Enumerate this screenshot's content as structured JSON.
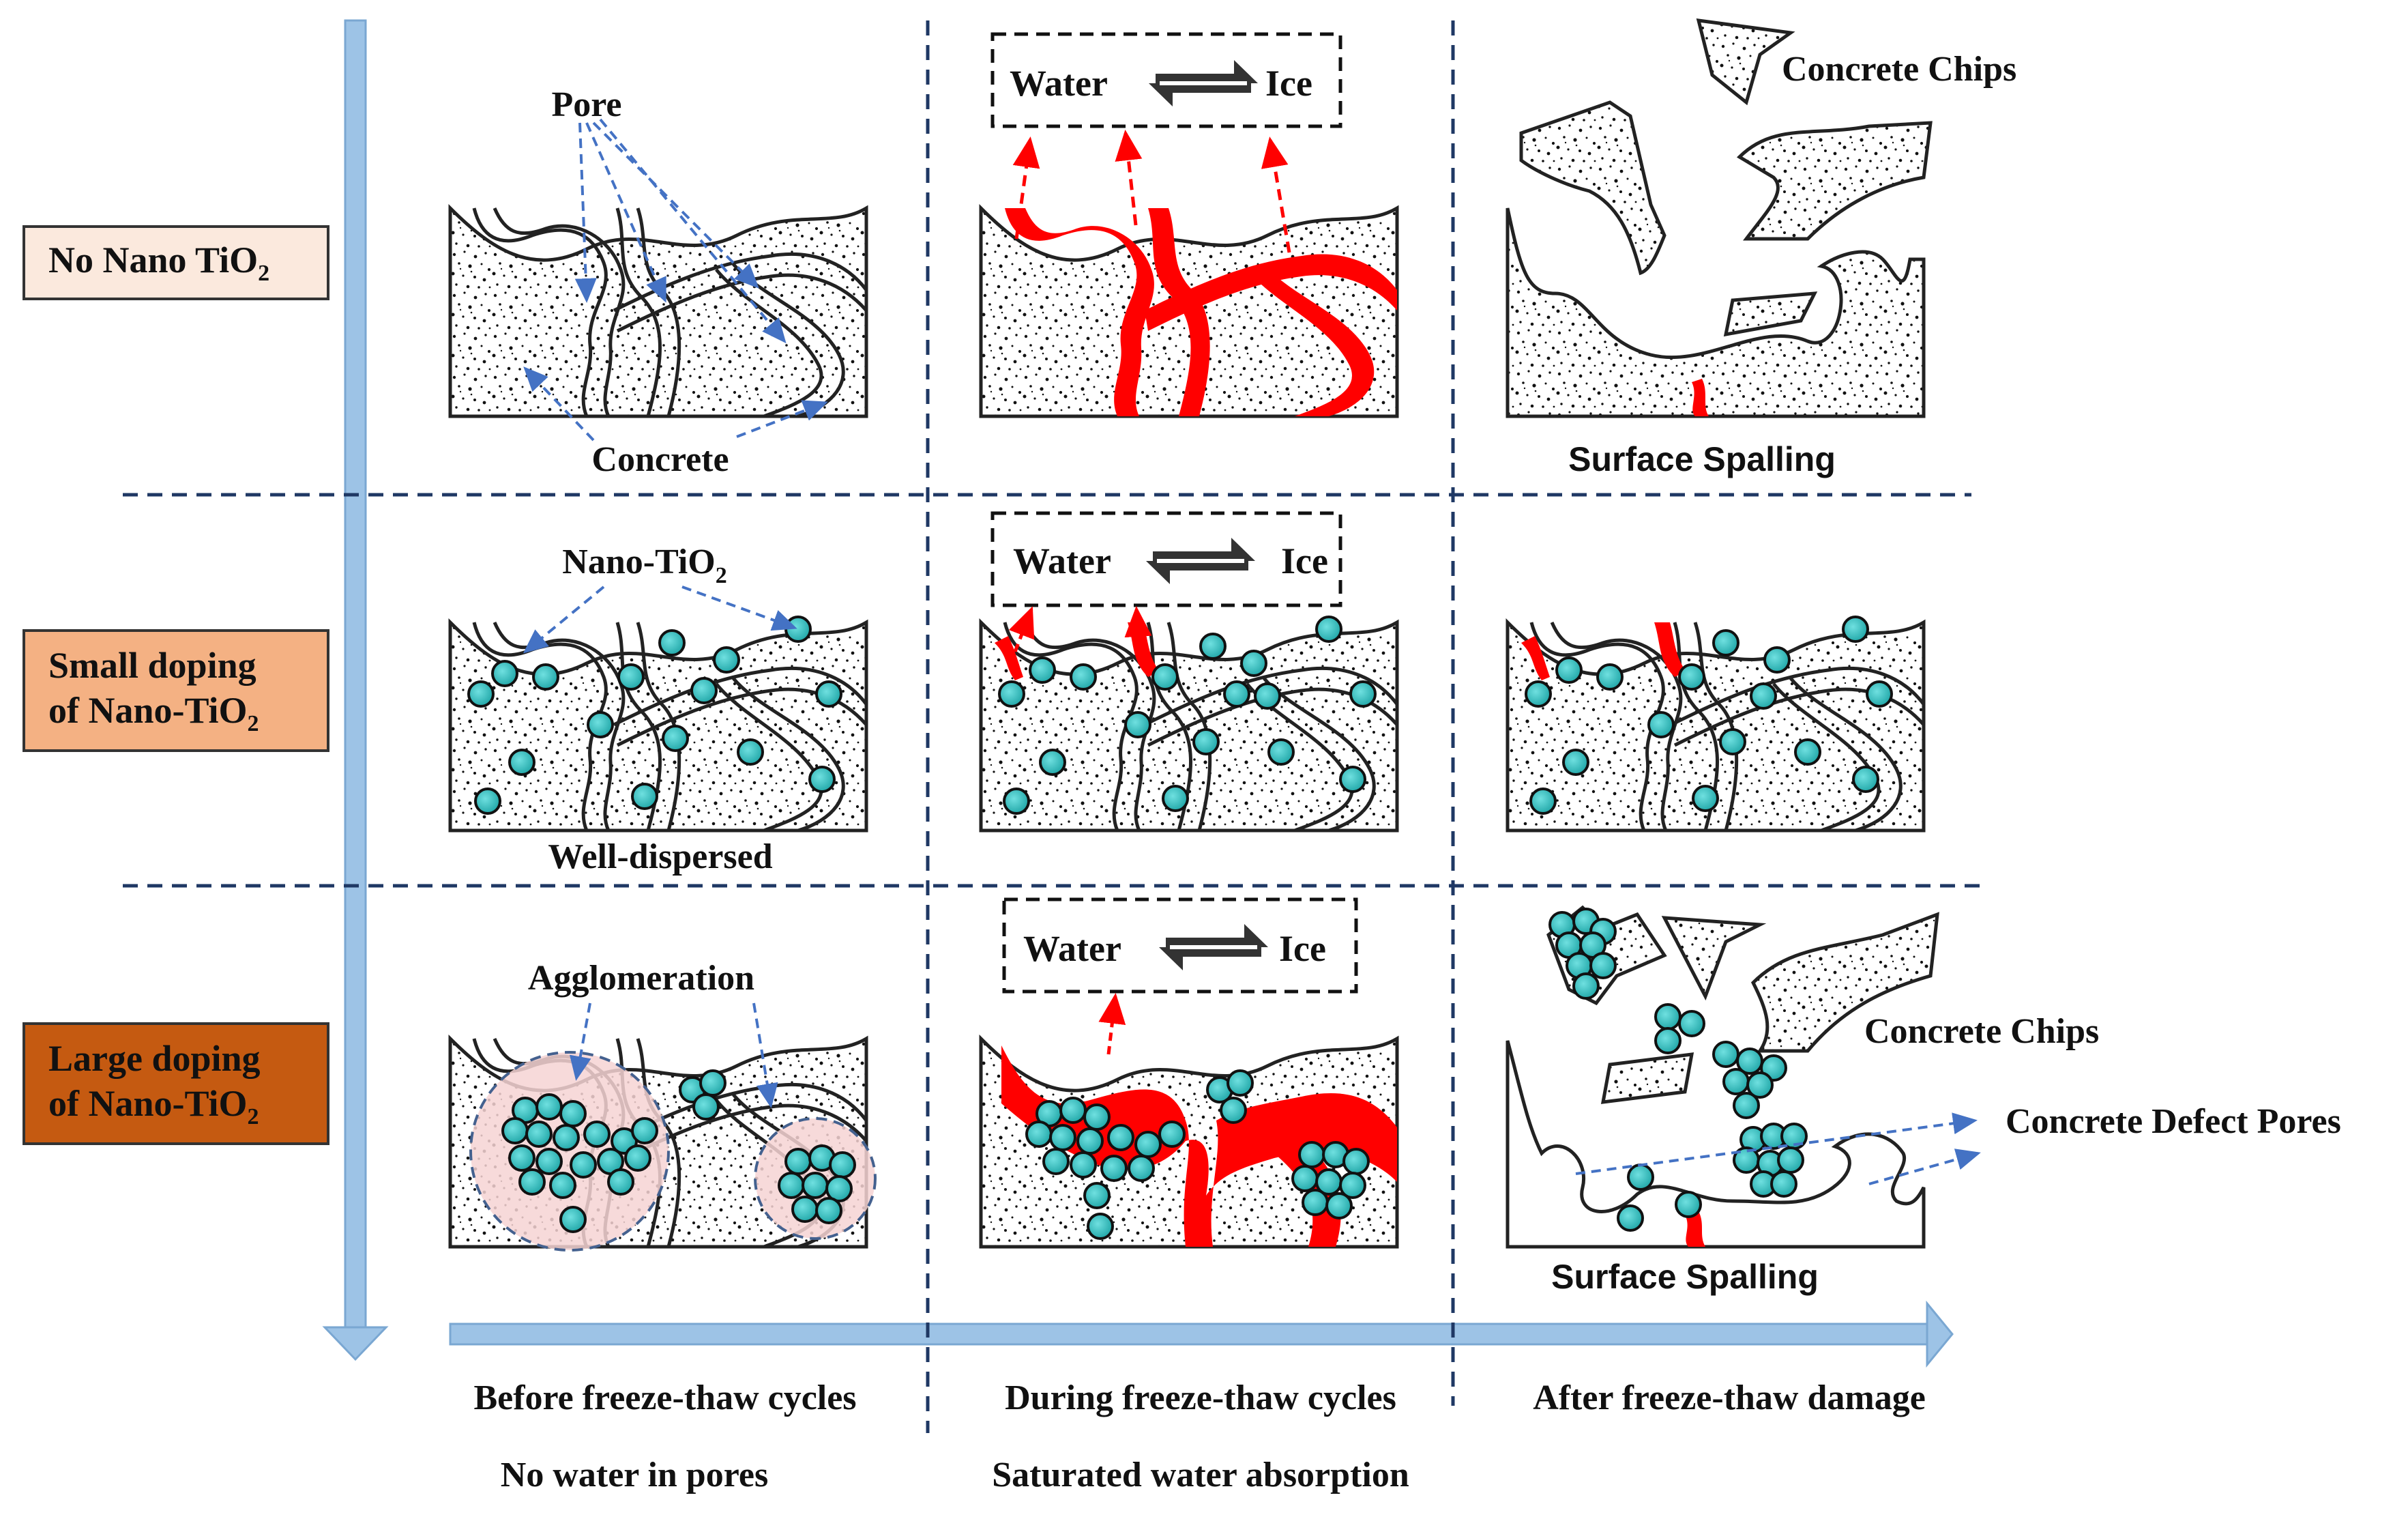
{
  "rows": [
    {
      "label": "No Nano TiO",
      "sub": "2",
      "fill": "#fbe9dd"
    },
    {
      "line1": "Small  doping",
      "line2": "of Nano-TiO",
      "sub": "2",
      "fill": "#f4b183"
    },
    {
      "line1": "Large  doping",
      "line2": "of Nano-TiO",
      "sub": "2",
      "fill": "#c55a11"
    }
  ],
  "labels": {
    "pore": "Pore",
    "concrete": "Concrete",
    "water": "Water",
    "ice": "Ice",
    "concrete_chips": "Concrete Chips",
    "surface_spalling": "Surface Spalling",
    "nano_tio2": "Nano-TiO",
    "nano_sub": "2",
    "well_dispersed": "Well-dispersed",
    "agglomeration": "Agglomeration",
    "defect_pores": "Concrete Defect Pores"
  },
  "stages": [
    {
      "title": "Before freeze-thaw cycles",
      "note": "No water in  pores"
    },
    {
      "title": "During freeze-thaw cycles",
      "note": "Saturated water absorption"
    },
    {
      "title": "After freeze-thaw damage",
      "note": ""
    }
  ],
  "colors": {
    "arrow_blue": "#9dc3e6",
    "dash_blue": "#4472c4",
    "divider": "#1f3864",
    "ice_red": "#ff0000",
    "particle": "#3cbfbf",
    "agglomeration_zone": "#f6d4d4"
  }
}
